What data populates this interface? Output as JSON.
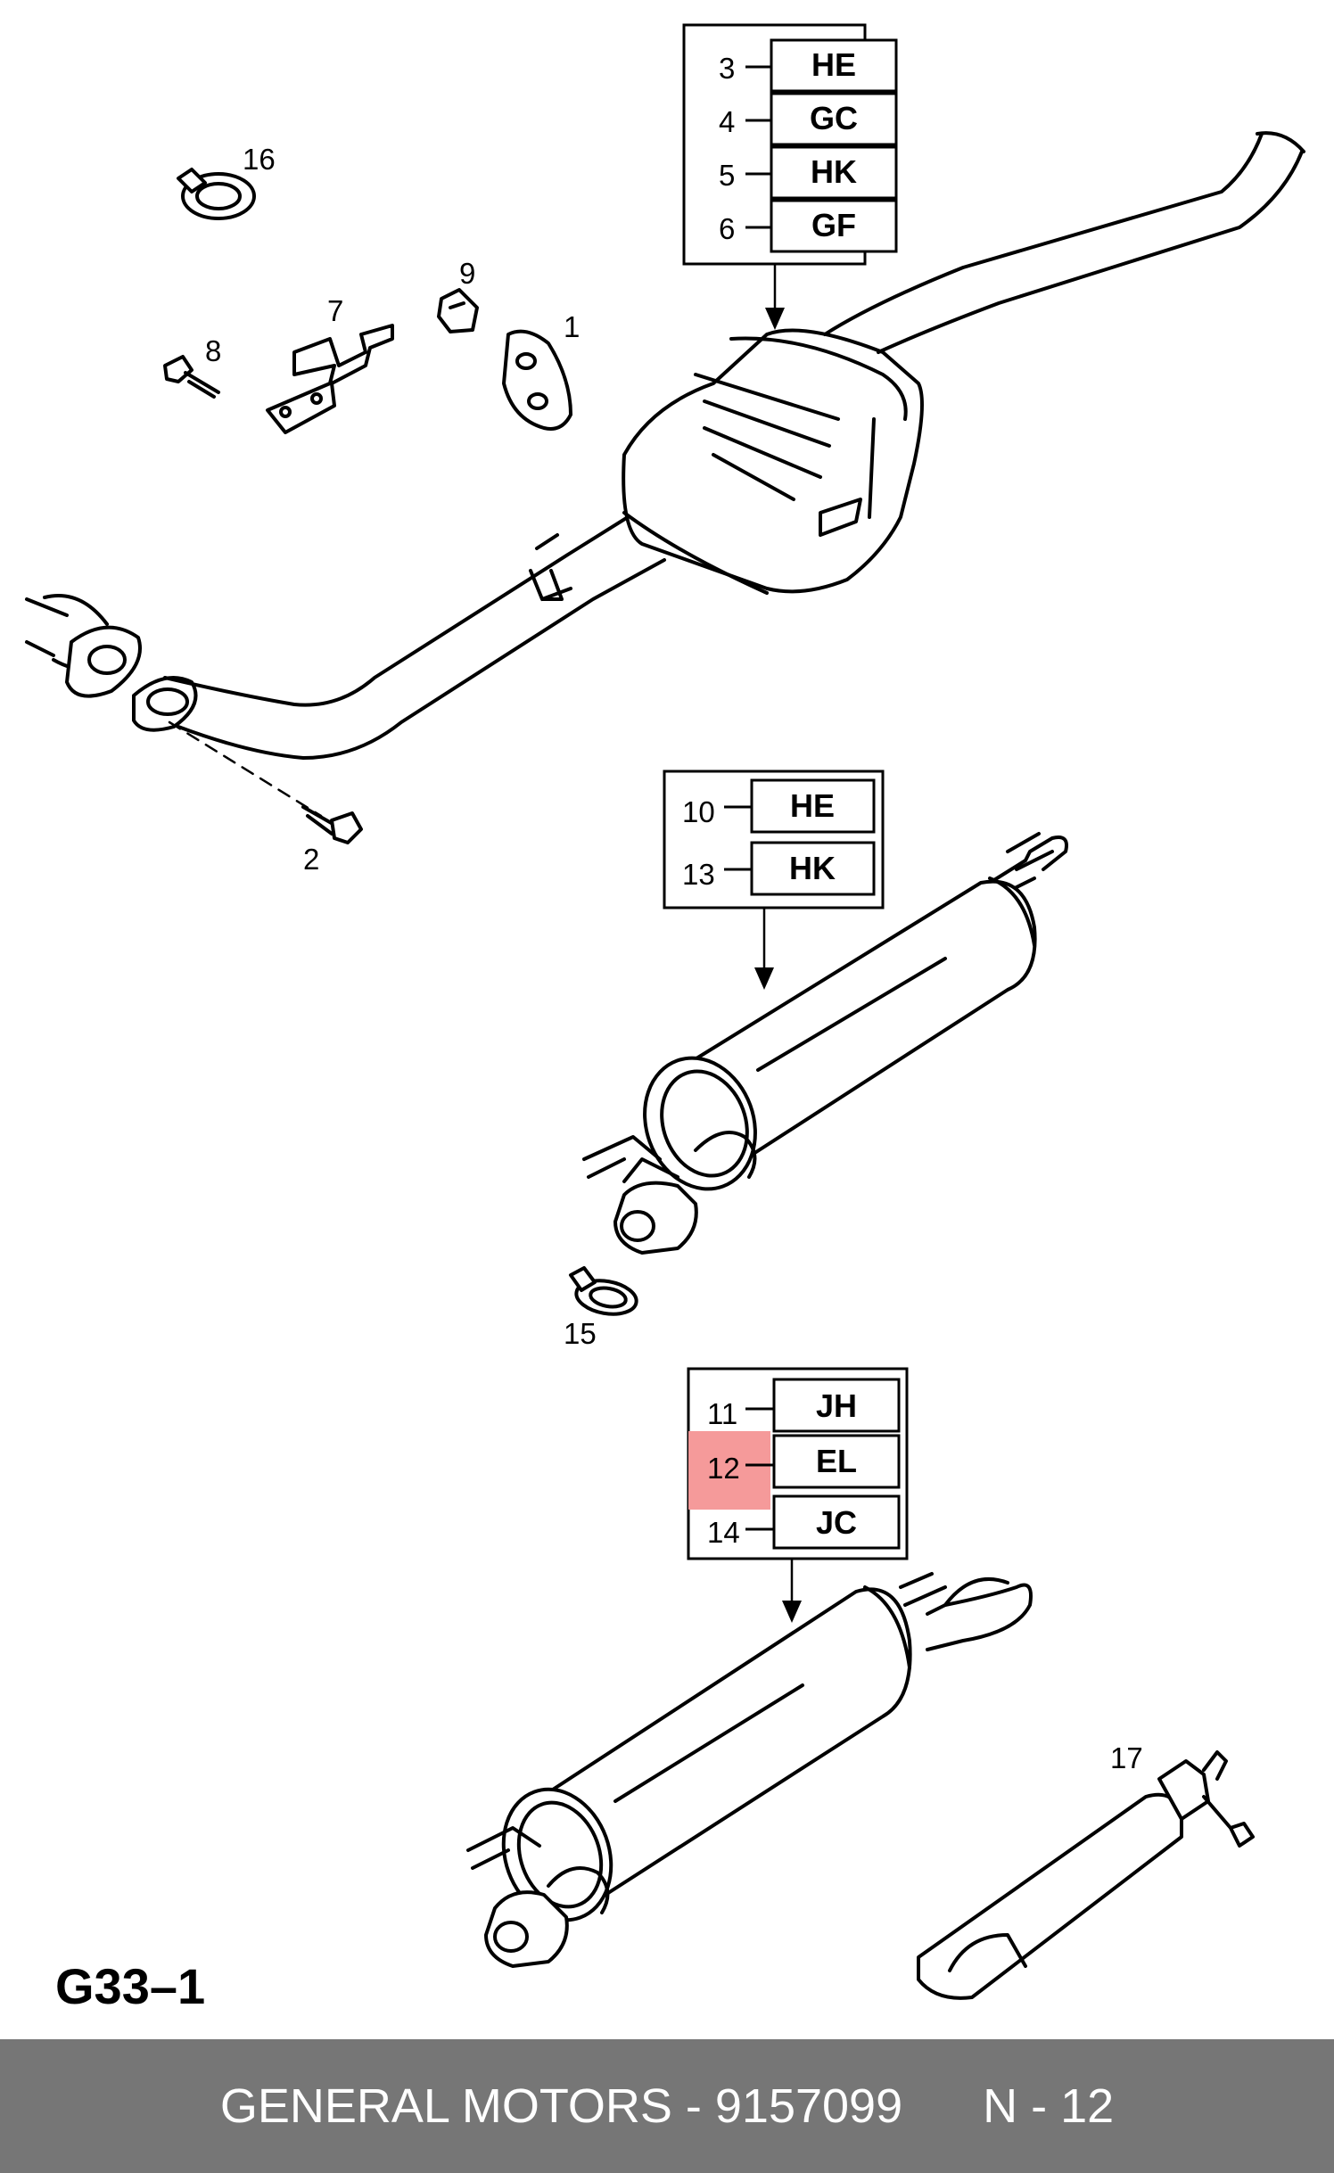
{
  "diagram": {
    "id": "G33–1",
    "callouts": {
      "c1": "1",
      "c2": "2",
      "c7": "7",
      "c8": "8",
      "c9": "9",
      "c15": "15",
      "c16": "16",
      "c17": "17"
    },
    "box_front": [
      {
        "num": "3",
        "code": "HE"
      },
      {
        "num": "4",
        "code": "GC"
      },
      {
        "num": "5",
        "code": "HK"
      },
      {
        "num": "6",
        "code": "GF"
      }
    ],
    "box_middle": [
      {
        "num": "10",
        "code": "HE"
      },
      {
        "num": "13",
        "code": "HK"
      }
    ],
    "box_rear": [
      {
        "num": "11",
        "code": "JH"
      },
      {
        "num": "12",
        "code": "EL"
      },
      {
        "num": "14",
        "code": "JC"
      }
    ],
    "highlight": {
      "num": "12",
      "color": "#f59a9a"
    }
  },
  "footer": {
    "text": "GENERAL MOTORS - 9157099      N - 12",
    "background": "#767676"
  }
}
